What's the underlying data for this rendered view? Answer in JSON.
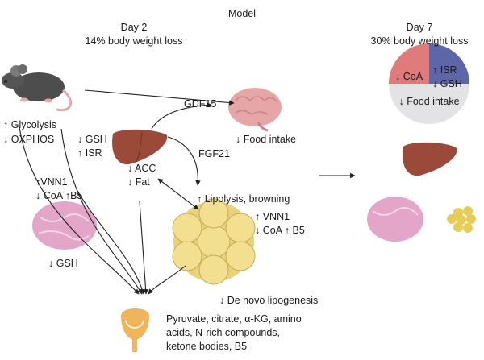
{
  "header": {
    "model": "Model",
    "day2_title": "Day 2",
    "day2_subtitle": "14% body weight loss",
    "day7_title": "Day 7",
    "day7_subtitle": "30% body weight loss"
  },
  "mouse": {
    "line1": "↑ Glycolysis",
    "line2": "↓ OXPHOS"
  },
  "brain": {
    "gdf15": "GDF15",
    "food_intake": "↓ Food intake"
  },
  "liver": {
    "gsh": "↓ GSH",
    "isr": "↑ ISR",
    "fgf21": "FGF21",
    "acc": "↓ ACC",
    "fat": "↓ Fat"
  },
  "pancreas": {
    "vnn1": "↑VNN1",
    "coa_b5": "↓ CoA ↑B5",
    "gsh": "↓ GSH"
  },
  "adipose": {
    "lipolysis": "↑ Lipolysis, browning",
    "vnn1": "↑ VNN1",
    "coa_b5": "↓ CoA ↑ B5",
    "lipogenesis": "↓ De novo lipogenesis"
  },
  "bladder": {
    "line1": "Pyruvate, citrate, α-KG, amino",
    "line2": "acids, N-rich compounds,",
    "line3": "ketone bodies, B5"
  },
  "day7_circle": {
    "coa": "↓ CoA",
    "isr": "↑ ISR",
    "gsh": "↓ GSH",
    "food_intake": "↓ Food intake",
    "colors": {
      "coa": "#e07b7c",
      "isr_gsh": "#5d66a8",
      "food": "#e3e3e6"
    }
  },
  "colors": {
    "liver": "#9b4a3a",
    "brain": "#e6a6a8",
    "pancreas": "#e3a6c9",
    "adipose": "#f2df8f",
    "bladder": "#f0b45a",
    "mouse": "#4d4d4d"
  }
}
